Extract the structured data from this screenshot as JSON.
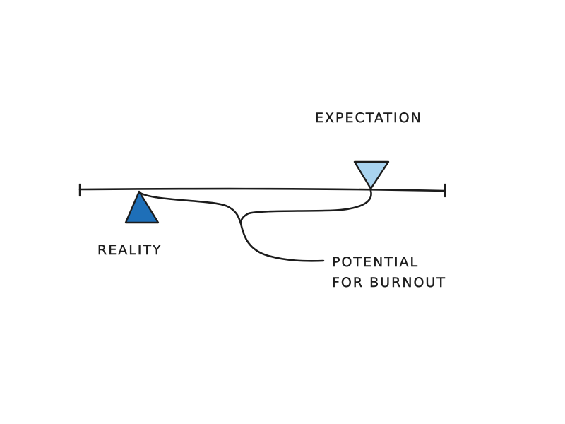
{
  "labels": {
    "expectation": "EXPECTATION",
    "reality": "REALITY",
    "burnout_line1": "POTENTIAL",
    "burnout_line2": "FOR BURNOUT"
  },
  "colors": {
    "ink": "#1c1c1c",
    "reality_marker": "#1e6fb8",
    "expectation_marker": "#a9d3ef"
  }
}
